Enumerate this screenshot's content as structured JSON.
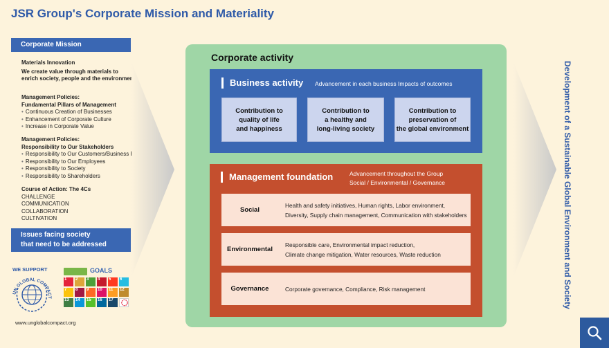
{
  "title": "JSR Group's Corporate Mission and Materiality",
  "left": {
    "mission_label": "Corporate Mission",
    "innovation_heading": "Materials Innovation",
    "innovation_text": [
      "We create value through materials to",
      "enrich society, people and the environment."
    ],
    "policies1_heading": [
      "Management Policies:",
      "Fundamental Pillars of Management"
    ],
    "policies1_items": [
      "Continuous Creation of Businesses",
      "Enhancement of Corporate Culture",
      "Increase in Corporate Value"
    ],
    "policies2_heading": [
      "Management Policies:",
      "Responsibility to Our Stakeholders"
    ],
    "policies2_items": [
      "Responsibility to Our Customers/Business Partners",
      "Responsibility to Our Employees",
      "Responsibility to Society",
      "Responsibility to Shareholders"
    ],
    "course_heading": "Course of Action: The 4Cs",
    "course_items": [
      "CHALLENGE",
      "COMMUNICATION",
      "COLLABORATION",
      "CULTIVATION"
    ],
    "issues_label": [
      "Issues facing society",
      "that need to be addressed"
    ]
  },
  "logos": {
    "we_support": "WE SUPPORT",
    "un_text": "UN GLOBAL COMPACT",
    "sdg_label": "GOALS",
    "url": "www.unglobalcompact.org"
  },
  "activity": {
    "title": "Corporate activity",
    "business": {
      "title": "Business activity",
      "subtitle": "Advancement in each business  Impacts of outcomes",
      "cards": [
        [
          "Contribution to",
          "quality of life",
          "and happiness"
        ],
        [
          "Contribution to",
          "a healthy and",
          "long-living society"
        ],
        [
          "Contribution to",
          "preservation of",
          "the global environment"
        ]
      ]
    },
    "management": {
      "title": "Management foundation",
      "subtitle": [
        "Advancement throughout the Group",
        "Social / Environmental / Governance"
      ],
      "rows": [
        {
          "label": "Social",
          "lines": [
            "Health and safety initiatives, Human rights, Labor environment,",
            "Diversity, Supply chain management, Communication with stakeholders"
          ]
        },
        {
          "label": "Environmental",
          "lines": [
            "Responsible care, Environmental impact reduction,",
            "Climate change mitigation, Water resources, Waste reduction"
          ]
        },
        {
          "label": "Governance",
          "lines": [
            "Corporate governance, Compliance, Risk management"
          ]
        }
      ]
    }
  },
  "vertical_text": "Development of a Sustainable Global Environment and Society",
  "colors": {
    "accent_blue": "#3a67b3",
    "management_red": "#c44f2e",
    "activity_green": "#9fd6a6",
    "background": "#fdf3dc"
  },
  "icons": [
    "search-icon",
    "un-global-compact-icon",
    "arrow-right-icon"
  ]
}
